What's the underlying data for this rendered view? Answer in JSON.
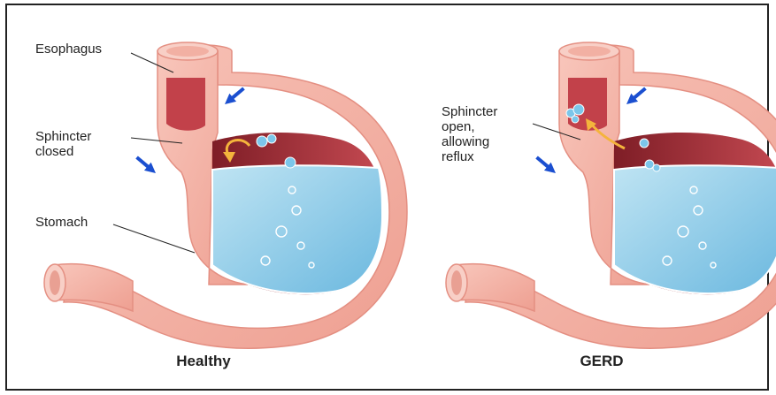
{
  "labels": {
    "esophagus": "Esophagus",
    "sphincter_closed": "Sphincter\nclosed",
    "stomach": "Stomach",
    "sphincter_open": "Sphincter\nopen,\nallowing\nreflux"
  },
  "captions": {
    "healthy": "Healthy",
    "gerd": "GERD"
  },
  "colors": {
    "tissue": "#f3b3a6",
    "tissue_edge": "#e6968a",
    "lining": "#a8343c",
    "acid": "#8fcde8",
    "arrow": "#1b4fd0"
  }
}
